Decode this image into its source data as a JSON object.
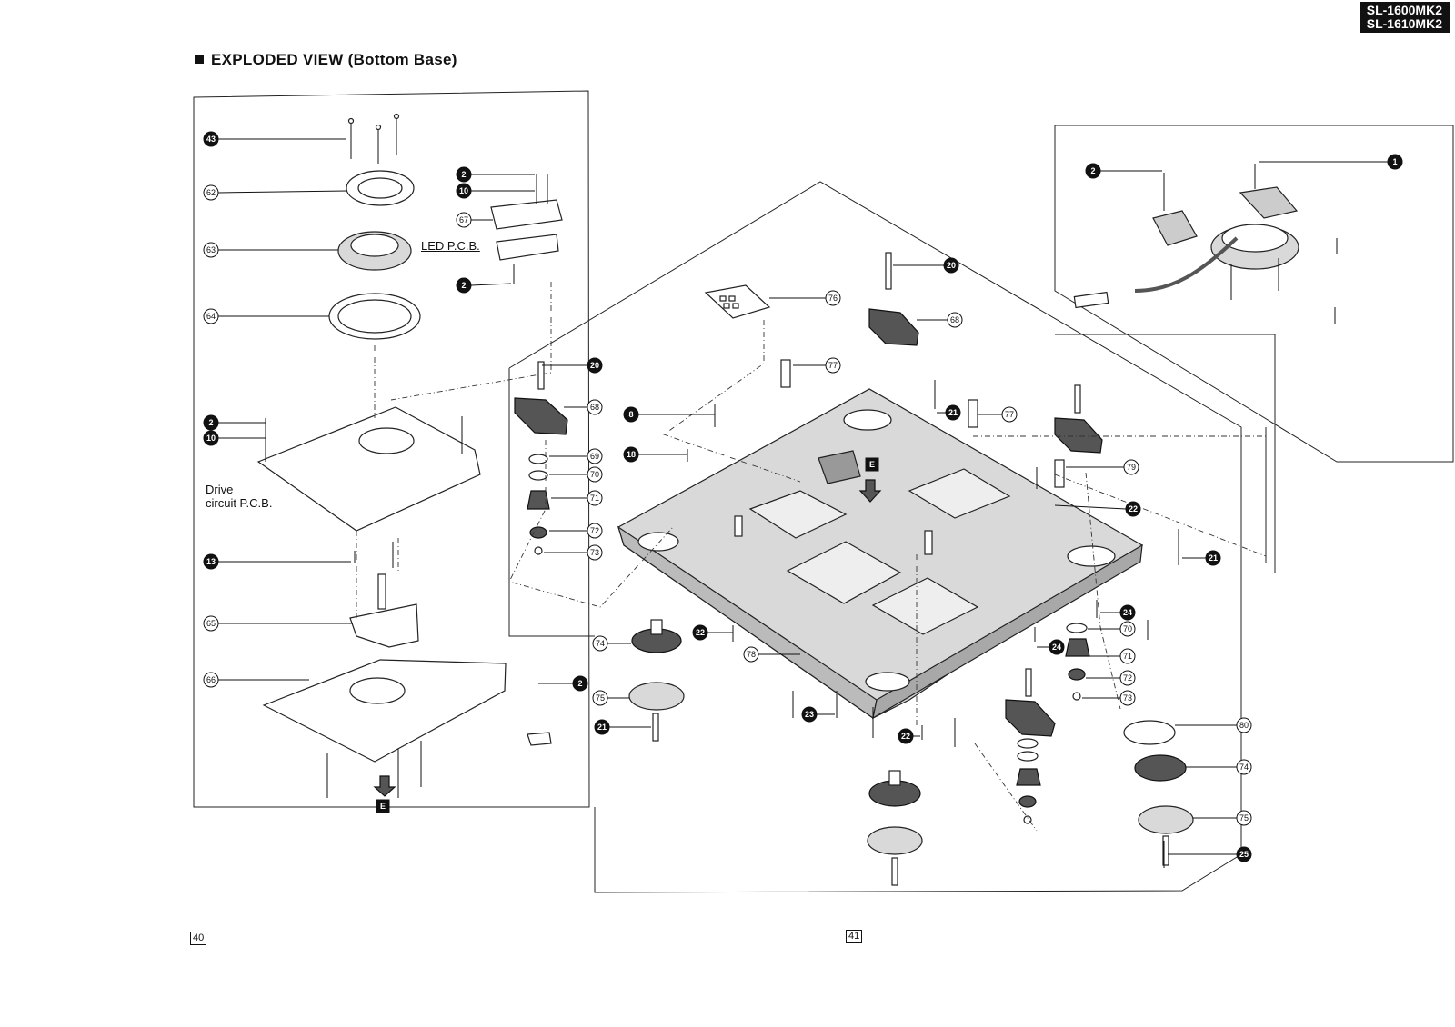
{
  "header": {
    "models": [
      "SL-1600MK2",
      "SL-1610MK2"
    ],
    "title": "EXPLODED VIEW (Bottom Base)"
  },
  "labels": {
    "led_pcb": "LED P.C.B.",
    "drive_pcb_line1": "Drive",
    "drive_pcb_line2": "circuit P.C.B.",
    "marker_e": "E"
  },
  "pages": {
    "left": "40",
    "right": "41"
  },
  "refs": {
    "r43": "43",
    "r62": "62",
    "r63": "63",
    "r64": "64",
    "r2": "2",
    "r10": "10",
    "r67": "67",
    "r13": "13",
    "r65": "65",
    "r66": "66",
    "r20": "20",
    "r68": "68",
    "r8": "8",
    "r18": "18",
    "r69": "69",
    "r70": "70",
    "r71": "71",
    "r72": "72",
    "r73": "73",
    "r74": "74",
    "r75": "75",
    "r21": "21",
    "r22": "22",
    "r23": "23",
    "r24": "24",
    "r25": "25",
    "r76": "76",
    "r77": "77",
    "r78": "78",
    "r79": "79",
    "r80": "80",
    "r1": "1"
  }
}
